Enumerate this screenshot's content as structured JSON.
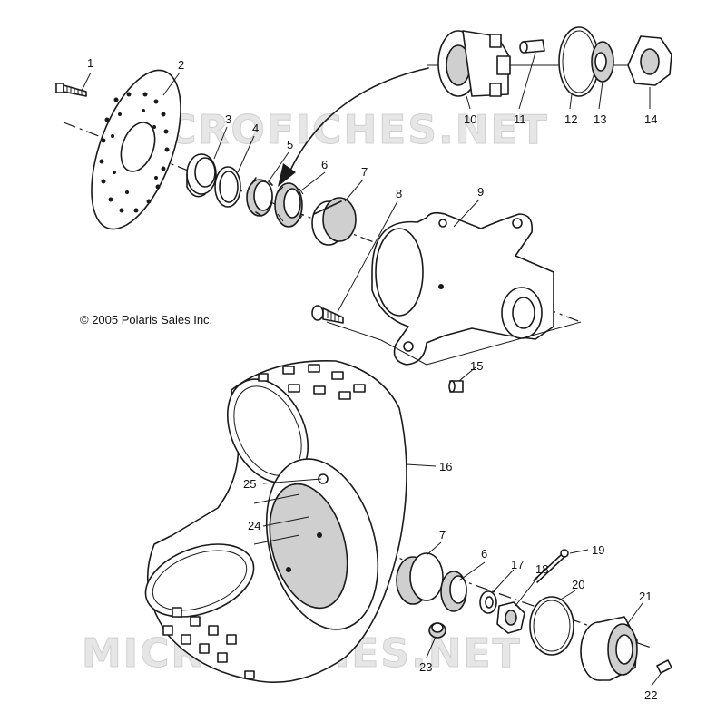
{
  "copyright": "© 2005 Polaris Sales Inc.",
  "watermark": "MICROFICHES.NET",
  "part_numbers": [
    "1",
    "2",
    "3",
    "4",
    "5",
    "6",
    "7",
    "8",
    "9",
    "10",
    "11",
    "12",
    "13",
    "14",
    "15",
    "16",
    "7",
    "6",
    "17",
    "18",
    "19",
    "20",
    "21",
    "22",
    "23",
    "24",
    "25"
  ],
  "colors": {
    "line": "#1a1a1a",
    "watermark": "#e6e6e6",
    "background": "#ffffff"
  }
}
